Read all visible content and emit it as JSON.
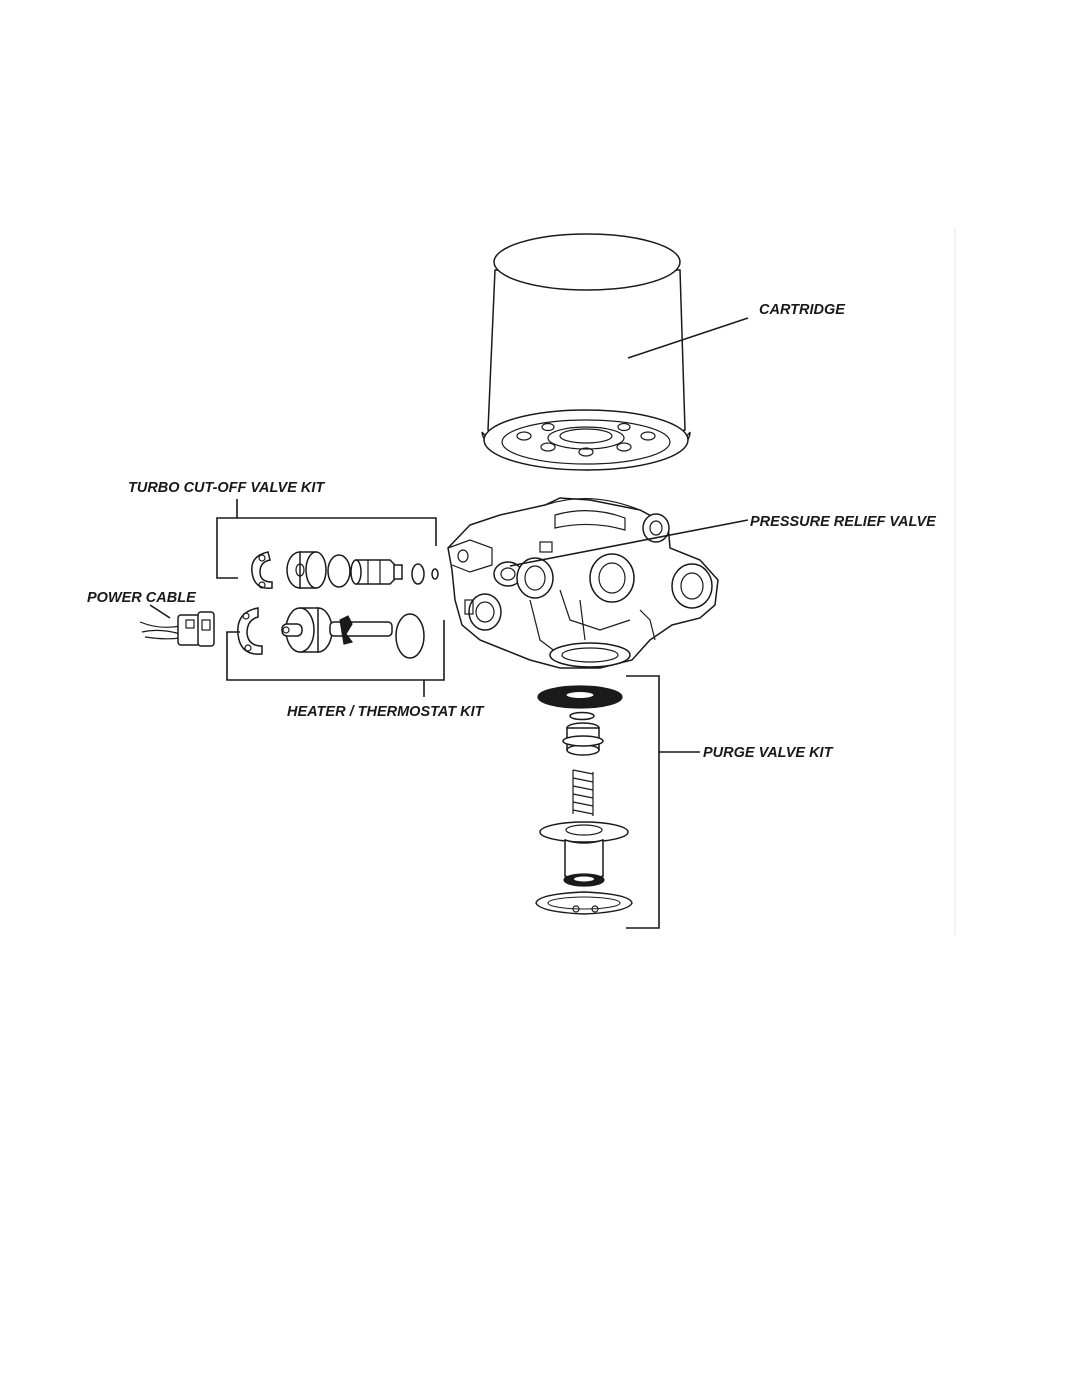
{
  "labels": {
    "cartridge": "CARTRIDGE",
    "turbo_cutoff_valve_kit": "TURBO CUT-OFF VALVE KIT",
    "pressure_relief_valve": "PRESSURE RELIEF VALVE",
    "power_cable": "POWER CABLE",
    "heater_thermostat_kit": "HEATER / THERMOSTAT KIT",
    "purge_valve_kit": "PURGE VALVE KIT"
  }
}
